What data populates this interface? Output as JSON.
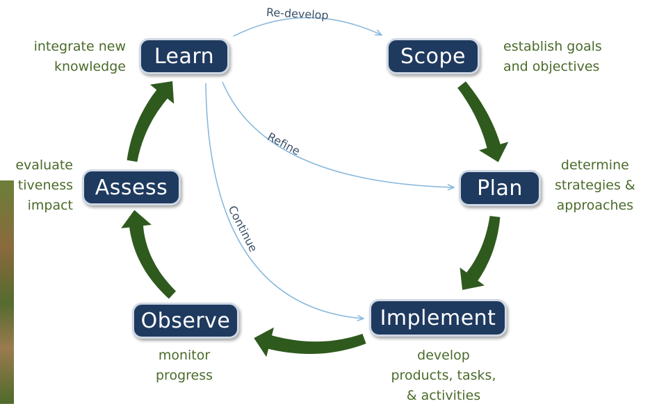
{
  "nodes": {
    "learn": "Learn",
    "scope": "Scope",
    "plan": "Plan",
    "implement": "Implement",
    "observe": "Observe",
    "assess": "Assess"
  },
  "descriptions": {
    "learn": [
      "integrate new",
      "knowledge"
    ],
    "scope": [
      "establish goals",
      "and objectives"
    ],
    "plan": [
      "determine",
      "strategies &",
      "approaches"
    ],
    "implement": [
      "develop",
      "products, tasks,",
      "& activities"
    ],
    "observe": [
      "monitor",
      "progress"
    ],
    "assess": [
      "evaluate",
      "tiveness",
      "impact"
    ]
  },
  "feedback": {
    "redevelop": "Re-develop",
    "refine": "Refine",
    "continue": "Continue"
  },
  "colors": {
    "node_fill": "#1f3a5f",
    "node_border": "#cfd8e4",
    "cycle_arrow": "#2f5a1e",
    "feedback_arrow": "#8ab9dc",
    "description_text": "#4a6a2a"
  }
}
